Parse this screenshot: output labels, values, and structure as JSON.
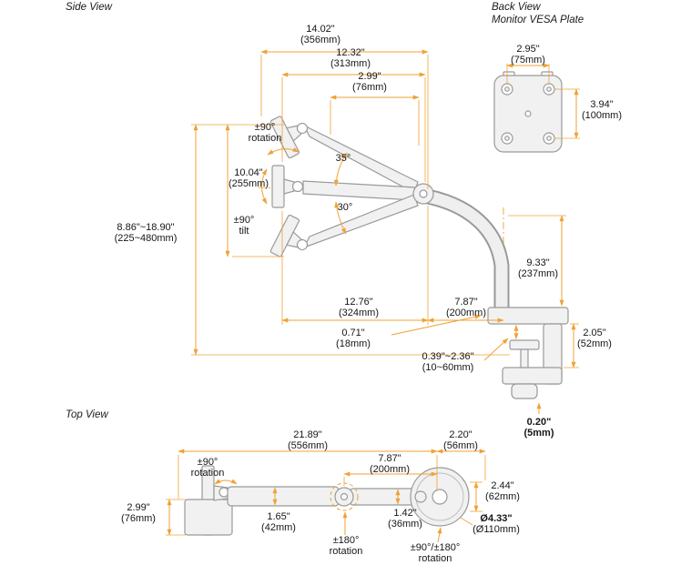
{
  "titles": {
    "side_view": "Side View",
    "back_view": "Back View",
    "back_view_subtitle": "Monitor VESA Plate",
    "top_view": "Top View"
  },
  "colors": {
    "dimension_accent": "#f0a135",
    "drawing_line": "#9a9a9a",
    "text": "#161616",
    "background": "#ffffff"
  },
  "side_view": {
    "dim_width_full": {
      "inches": "14.02\"",
      "mm": "(356mm)"
    },
    "dim_width_arm": {
      "inches": "12.32\"",
      "mm": "(313mm)"
    },
    "dim_width_head": {
      "inches": "2.99\"",
      "mm": "(76mm)"
    },
    "rotation_top": {
      "line1": "±90°",
      "line2": "rotation"
    },
    "angle_up": "35°",
    "dim_head_travel": {
      "inches": "10.04\"",
      "mm": "(255mm)"
    },
    "angle_down": "30°",
    "tilt": {
      "line1": "±90°",
      "line2": "tilt"
    },
    "dim_height_range": {
      "inches": "8.86\"~18.90\"",
      "mm": "(225~480mm)"
    },
    "dim_riser_height": {
      "inches": "9.33\"",
      "mm": "(237mm)"
    },
    "dim_lower_arm": {
      "inches": "12.76\"",
      "mm": "(324mm)"
    },
    "dim_arm_to_pole": {
      "inches": "7.87\"",
      "mm": "(200mm)"
    },
    "dim_clamp_height": {
      "inches": "2.05\"",
      "mm": "(52mm)"
    },
    "dim_plate_thickness": {
      "inches": "0.71\"",
      "mm": "(18mm)"
    },
    "dim_clamp_range": {
      "inches": "0.39\"~2.36\"",
      "mm": "(10~60mm)"
    },
    "dim_pad_thickness": {
      "inches": "0.20\"",
      "mm": "(5mm)"
    }
  },
  "back_view": {
    "dim_vesa_width": {
      "inches": "2.95\"",
      "mm": "(75mm)"
    },
    "dim_vesa_height": {
      "inches": "3.94\"",
      "mm": "(100mm)"
    }
  },
  "top_view": {
    "dim_total_reach": {
      "inches": "21.89\"",
      "mm": "(556mm)"
    },
    "dim_base_offset": {
      "inches": "2.20\"",
      "mm": "(56mm)"
    },
    "dim_second_arm": {
      "inches": "7.87\"",
      "mm": "(200mm)"
    },
    "rotation_head": {
      "line1": "±90°",
      "line2": "rotation"
    },
    "dim_foot_depth": {
      "inches": "2.99\"",
      "mm": "(76mm)"
    },
    "dim_arm1_width": {
      "inches": "1.65\"",
      "mm": "(42mm)"
    },
    "dim_arm2_width": {
      "inches": "1.42\"",
      "mm": "(36mm)"
    },
    "dim_base_small": {
      "inches": "2.44\"",
      "mm": "(62mm)"
    },
    "dim_base_diameter": {
      "inches": "Ø4.33\"",
      "mm": "(Ø110mm)"
    },
    "rotation_elbow": {
      "line1": "±180°",
      "line2": "rotation"
    },
    "rotation_base": {
      "line1": "±90°/±180°",
      "line2": "rotation"
    }
  }
}
